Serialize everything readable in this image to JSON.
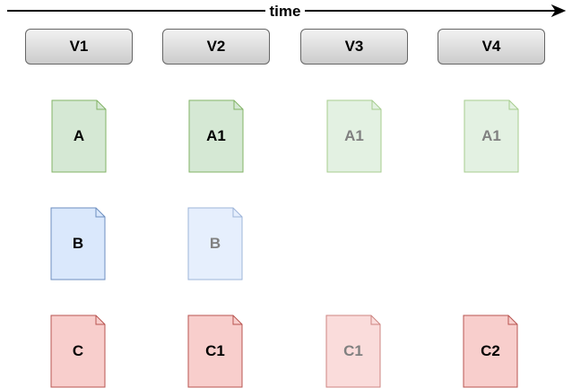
{
  "timeline": {
    "label": "time"
  },
  "versions": [
    "V1",
    "V2",
    "V3",
    "V4"
  ],
  "palette": {
    "green": {
      "fill": "#d5e8d4",
      "stroke": "#82b366"
    },
    "green_faded": {
      "fill": "#e3f1e2",
      "stroke": "#a7cd8f"
    },
    "blue": {
      "fill": "#dae8fc",
      "stroke": "#6c8ebf"
    },
    "blue_faded": {
      "fill": "#e6effd",
      "stroke": "#9db4d9"
    },
    "red": {
      "fill": "#f8cecc",
      "stroke": "#b85450"
    },
    "red_faded": {
      "fill": "#fadcdb",
      "stroke": "#cd8581"
    }
  },
  "files": [
    {
      "id": "v1-a",
      "label": "A",
      "color": "green",
      "faded": false
    },
    {
      "id": "v2-a1",
      "label": "A1",
      "color": "green",
      "faded": false
    },
    {
      "id": "v3-a1",
      "label": "A1",
      "color": "green_faded",
      "faded": true
    },
    {
      "id": "v4-a1",
      "label": "A1",
      "color": "green_faded",
      "faded": true
    },
    {
      "id": "v1-b",
      "label": "B",
      "color": "blue",
      "faded": false
    },
    {
      "id": "v2-b",
      "label": "B",
      "color": "blue_faded",
      "faded": true
    },
    {
      "id": "v1-c",
      "label": "C",
      "color": "red",
      "faded": false
    },
    {
      "id": "v2-c1",
      "label": "C1",
      "color": "red",
      "faded": false
    },
    {
      "id": "v3-c1",
      "label": "C1",
      "color": "red_faded",
      "faded": true
    },
    {
      "id": "v4-c2",
      "label": "C2",
      "color": "red",
      "faded": false
    }
  ]
}
